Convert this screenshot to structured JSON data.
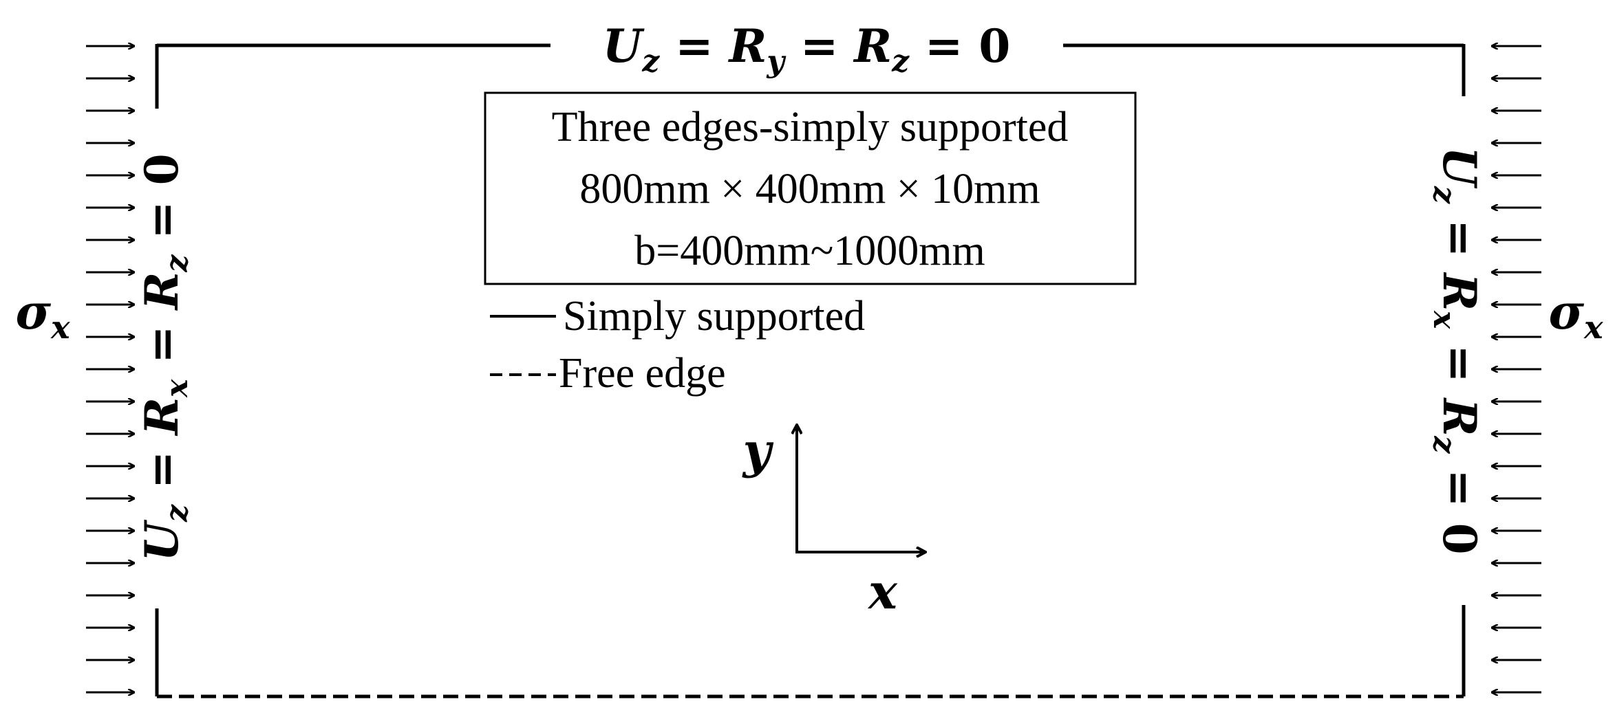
{
  "top_label": "U_z = R_y = R_z = 0",
  "left_label": "U_z = R_x = R_z = 0",
  "right_label": "U_z = R_x = R_z = 0",
  "info_box": {
    "line1": "Three edges-simply supported",
    "line2": "800mm × 400mm × 10mm",
    "line3": "b=400mm~1000mm"
  },
  "legend": {
    "solid": "Simply supported",
    "dashed": "Free edge"
  },
  "axes": {
    "x": "x",
    "y": "y"
  },
  "load_left": "σ_x",
  "load_right": "σ_x",
  "colors": {
    "stroke": "#000000",
    "background": "#ffffff"
  }
}
